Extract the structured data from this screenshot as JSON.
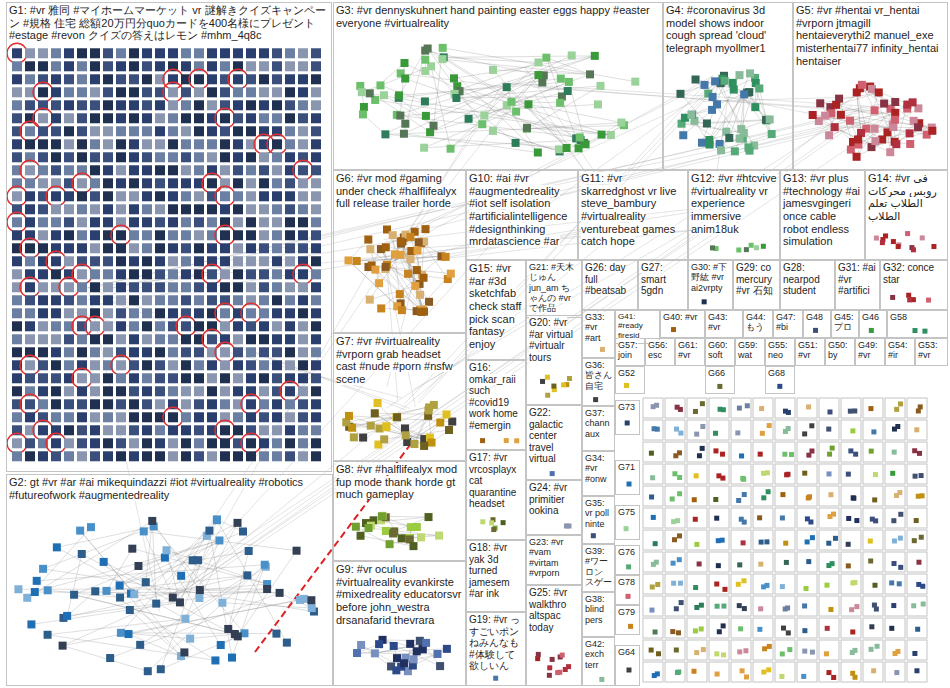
{
  "diagram": {
    "nodes": [
      {
        "text": [
          "G1: #vr 雅同 #マイホームマーケット vr 謎解きクイズキャンペーン #規格 住宅 総額20万円分quoカードを400名様にプレゼント #estage #revon クイズの答えはレモン #mhm_4q8c"
        ]
      },
      {
        "text": [
          "G2: gt #vr #ar #ai mikequindazzi #iot #virtualreality #robotics #futureofwork #augmentedreality"
        ]
      },
      {
        "text": [
          "G3: #vr dennyskuhnert hand painting easter eggs happy #easter everyone #virtualreality"
        ]
      },
      {
        "text": [
          "G4: #coronavirus 3d model shows indoor cough spread 'cloud' telegraph myollmer1"
        ]
      },
      {
        "text": [
          "G5: #vr #hentai vr_hentai #vrporn jtmagill hentaieverythi2 manuel_exe misterhentai77 infinity_hentai hentaiser"
        ]
      },
      {
        "text": [
          "G6: #vr mod #gaming under check #halflifealyx full release trailer horde"
        ]
      },
      {
        "text": [
          "G7: #vr #virtualreality #vrporn grab headset cast #nude #porn #nsfw scene"
        ]
      },
      {
        "text": [
          "G8: #vr #halflifealyx mod fup mode thank horde gt much gameplay"
        ]
      },
      {
        "text": [
          "G9: #vr oculus #virtualreality evankirste #mixedreality educatorsvr before john_westra drsanafarid thevrara"
        ]
      },
      {
        "text": [
          "G10: #ai #vr #augmentedreality #iot self isolation #artificialintelligence #designthinking mrdatascience #ar"
        ]
      },
      {
        "text": [
          "G11: #vr skarredghost vr live steve_bambury #virtualreality venturebeat games catch hope"
        ]
      },
      {
        "text": [
          "G12: #vr #htcvive #virtualreality vr experience immersive anim18uk"
        ]
      },
      {
        "text": [
          "G13: #vr plus #technology #ai jamesvgingeri once cable robot endless simulation"
        ]
      },
      {
        "text": [
          "G14: #vr فى روبس محركات الطلاب تعلم الطلاب"
        ]
      },
      {
        "text": [
          "G15: #vr #ar #3d sketchfab check staff pick scan fantasy enjoy"
        ]
      },
      {
        "text": [
          "G21: #天木じゅん jun_am ちゃんの #vrで作品"
        ]
      },
      {
        "text": [
          "G26: day full #beatsab"
        ]
      },
      {
        "text": [
          "G27: smart 5gdn"
        ]
      },
      {
        "text": [
          "G30: #下野紘 #vr ai2vrpty"
        ]
      },
      {
        "text": [
          "G29: co mercury #vr 石知"
        ]
      },
      {
        "text": [
          "G28: nearpod student"
        ]
      },
      {
        "text": [
          "G31: #ai #vr #artifici"
        ]
      },
      {
        "text": [
          "G32: conce star"
        ]
      },
      {
        "text": [
          "G16: omkar_raii such #covid19 work home #emergin"
        ]
      },
      {
        "text": [
          "G20: #vr #ar virtual #virtualr tours"
        ]
      },
      {
        "text": [
          "G17: #vr vrcosplayx cat quarantine headset"
        ]
      },
      {
        "text": [
          "G22: galactic center travel virtual"
        ]
      },
      {
        "text": [
          "G24: #vr primitier ookina"
        ]
      },
      {
        "text": [
          "G18: #vr yak 3d turned jamesem #ar ink"
        ]
      },
      {
        "text": [
          "G23: #vr #vam #virtam #vrporn"
        ]
      },
      {
        "text": [
          "G19: #vr っすごいポン ねみんなも #体験して欲しいん"
        ]
      },
      {
        "text": [
          "G25: #vr walkthro altspac today"
        ]
      },
      {
        "text": [
          "G33: #vr #art"
        ]
      },
      {
        "text": [
          "G36: 皆さん 自宅"
        ]
      },
      {
        "text": [
          "G37: chann aux"
        ]
      },
      {
        "text": [
          "G34: #vr #onw"
        ]
      },
      {
        "text": [
          "G35: vr poll ninte"
        ]
      },
      {
        "text": [
          "G39: #ワーロン スゲー"
        ]
      },
      {
        "text": [
          "G38: blind pers"
        ]
      },
      {
        "text": [
          "G42: exch terr"
        ]
      },
      {
        "text": [
          "G41: #ready firesid"
        ]
      },
      {
        "text": [
          "G40: #vr"
        ]
      },
      {
        "text": [
          "G43: #vr"
        ]
      },
      {
        "text": [
          "G44: もう"
        ]
      },
      {
        "text": [
          "G47: #bi"
        ]
      },
      {
        "text": [
          "G48"
        ]
      },
      {
        "text": [
          "G45: プロ"
        ]
      },
      {
        "text": [
          "G46"
        ]
      },
      {
        "text": [
          "G58"
        ]
      },
      {
        "text": [
          "G57: join"
        ]
      },
      {
        "text": [
          "G56: esc"
        ]
      },
      {
        "text": [
          "G61: #vr"
        ]
      },
      {
        "text": [
          "G60: soft"
        ]
      },
      {
        "text": [
          "G59: wat"
        ]
      },
      {
        "text": [
          "G55: neo"
        ]
      },
      {
        "text": [
          "G51: #vr"
        ]
      },
      {
        "text": [
          "G50: by"
        ]
      },
      {
        "text": [
          "G49: #vr"
        ]
      },
      {
        "text": [
          "G54: #ir"
        ]
      },
      {
        "text": [
          "G53: #vr"
        ]
      },
      {
        "text": [
          "G52"
        ]
      },
      {
        "text": [
          "G66"
        ]
      },
      {
        "text": [
          "G68"
        ]
      },
      {
        "text": [
          "G73"
        ]
      },
      {
        "text": [
          "G71"
        ]
      },
      {
        "text": [
          "G75"
        ]
      },
      {
        "text": [
          "G76"
        ]
      },
      {
        "text": [
          "G78"
        ]
      },
      {
        "text": [
          "G79"
        ]
      },
      {
        "text": [
          "G64"
        ]
      }
    ]
  }
}
